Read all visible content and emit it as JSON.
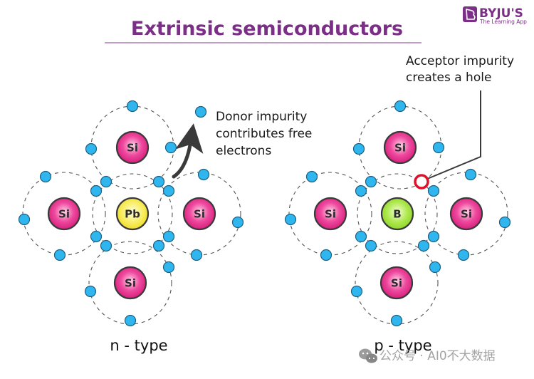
{
  "header": {
    "title": "Extrinsic semiconductors",
    "accent_color": "#7b2f86",
    "underline_color": "#c49ccb"
  },
  "logo": {
    "brand": "BYJU'S",
    "tagline": "The Learning App",
    "icon": "byjus-b-icon"
  },
  "colors": {
    "silicon": "#e8338f",
    "lead": "#f5e84a",
    "boron": "#9fe03a",
    "electron": "#2fb6ee",
    "hole": "#e0102a",
    "arrow": "#3a3a3a"
  },
  "panels": {
    "n_type": {
      "label": "n - type",
      "center_atom": "Pb",
      "neighbor_atoms": [
        "Si",
        "Si",
        "Si",
        "Si"
      ],
      "annotation": [
        "Donor impurity",
        "contributes free",
        "electrons"
      ]
    },
    "p_type": {
      "label": "p - type",
      "center_atom": "B",
      "neighbor_atoms": [
        "Si",
        "Si",
        "Si",
        "Si"
      ],
      "annotation": [
        "Acceptor impurity",
        "creates a hole"
      ]
    }
  },
  "watermark": {
    "text": "公众号 · AI0不大数据",
    "icon": "wechat-icon"
  }
}
